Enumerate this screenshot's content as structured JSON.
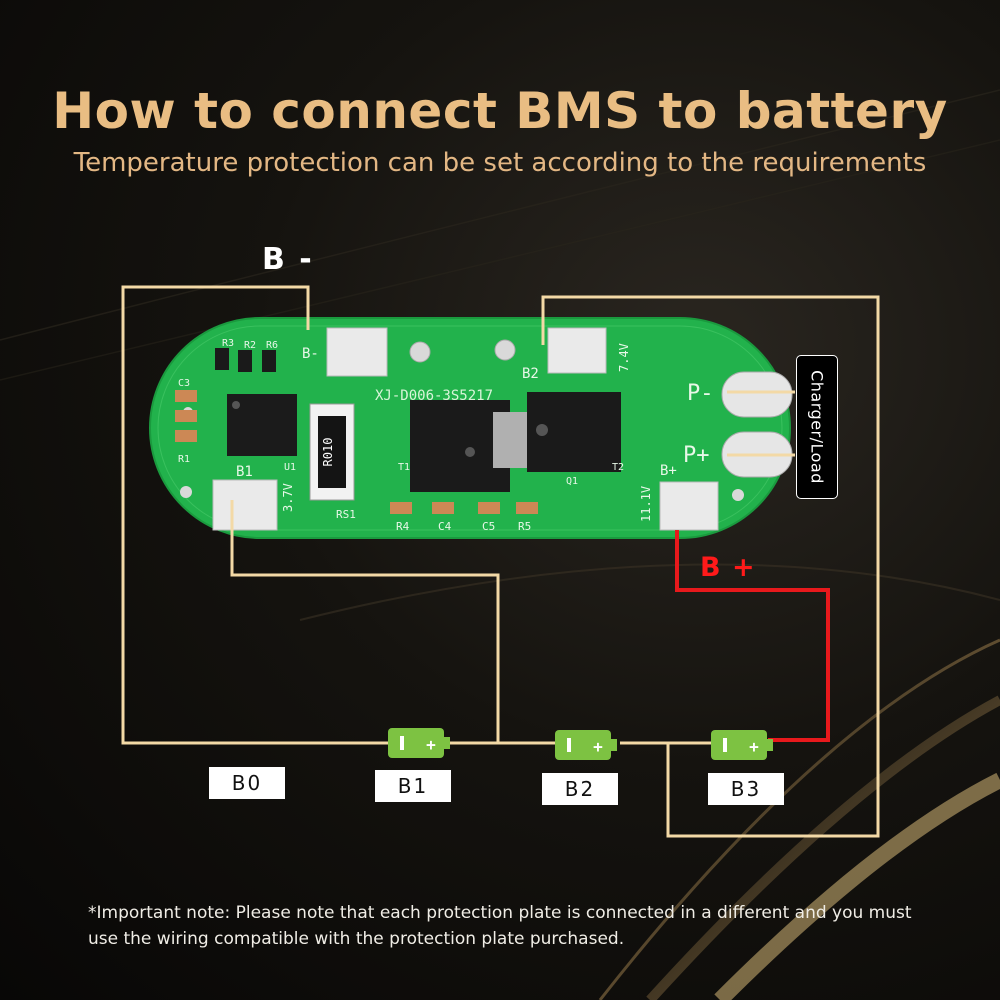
{
  "header": {
    "title": "How to connect BMS to battery",
    "subtitle": "Temperature protection can be set according to the requirements"
  },
  "board": {
    "model_marking": "XJ-D006-3S5217",
    "resistor_marking": "R010",
    "shunt_label": "RS1",
    "pads": {
      "b_minus": "B-",
      "b1": "B1",
      "b2": "B2",
      "b_plus": "B+",
      "p_minus": "P-",
      "p_plus": "P+"
    },
    "voltage_marks": [
      "3.7V",
      "7.4V",
      "11.1V"
    ],
    "component_labels": [
      "R3",
      "R2",
      "R6",
      "C3",
      "R1",
      "U1",
      "B1",
      "R4",
      "C4",
      "C5",
      "R5",
      "Q1",
      "T2",
      "T1"
    ]
  },
  "wiring": {
    "b_minus_label": "B -",
    "b_plus_label": "B +",
    "output_label": "Charger/Load",
    "colors": {
      "main_wire": "#f3d9a6",
      "positive_wire": "#e8191c",
      "battery": "#7dc242",
      "title": "#e9bd83"
    }
  },
  "cells": [
    {
      "label": "B0",
      "icon": "none"
    },
    {
      "label": "B1",
      "icon": "battery-icon"
    },
    {
      "label": "B2",
      "icon": "battery-icon"
    },
    {
      "label": "B3",
      "icon": "battery-icon"
    }
  ],
  "footer": {
    "note": "*Important note: Please note that each protection plate is connected in a different and you must use the wiring compatible with the protection plate purchased."
  }
}
